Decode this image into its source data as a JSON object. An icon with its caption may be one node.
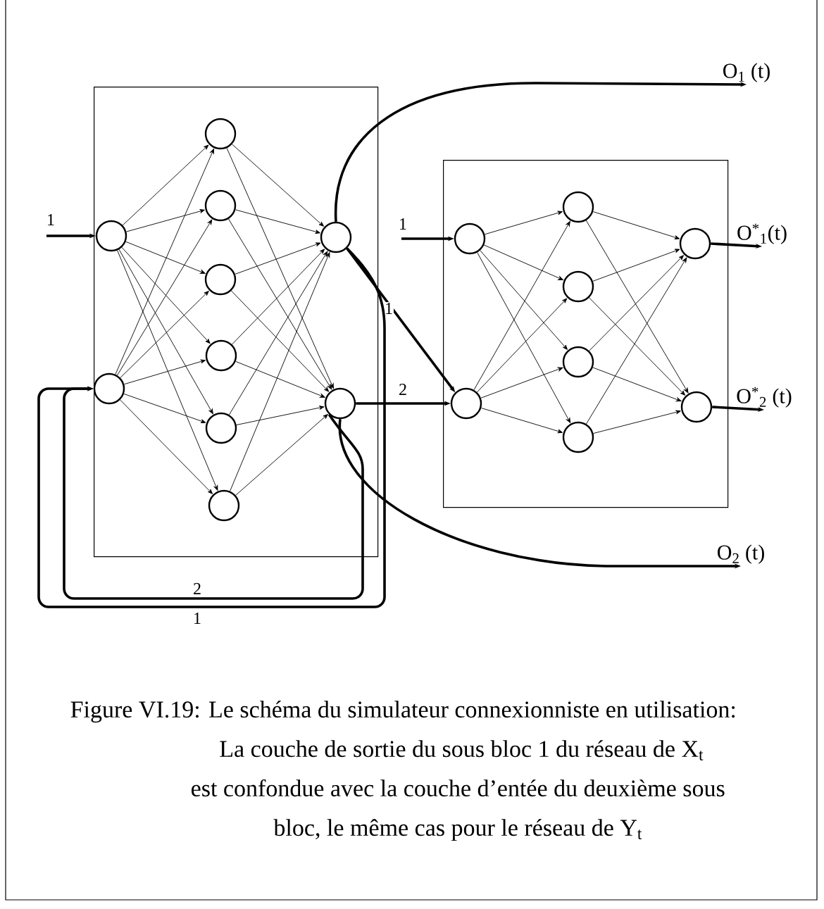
{
  "diagram": {
    "caption": "Figure VI.19: Le schéma du simulateur connexionniste en utilisation: La couche de sortie du sous bloc 1 du réseau de X$_{t}$ est confondue avec la couche d’entée du deuxième sous bloc, le même cas pour le réseau de Y$_{t}$",
    "nodes": [
      {
        "text": [],
        "shape": "box"
      },
      {
        "text": [],
        "shape": "circle",
        "in": 0
      },
      {
        "text": [],
        "shape": "circle",
        "in": 0
      },
      {
        "text": [],
        "shape": "circle",
        "in": 0
      },
      {
        "text": [],
        "shape": "circle",
        "in": 0
      },
      {
        "text": [],
        "shape": "circle",
        "in": 0
      },
      {
        "text": [],
        "shape": "circle",
        "in": 0
      },
      {
        "text": [],
        "shape": "circle",
        "in": 0
      },
      {
        "text": [],
        "shape": "circle",
        "in": 0
      },
      {
        "text": [],
        "shape": "circle",
        "in": 0
      },
      {
        "text": [],
        "shape": "circle",
        "in": 0
      },
      {
        "text": [],
        "shape": "box"
      },
      {
        "text": [],
        "shape": "circle",
        "in": 11
      },
      {
        "text": [],
        "shape": "circle",
        "in": 11
      },
      {
        "text": [],
        "shape": "circle",
        "in": 11
      },
      {
        "text": [],
        "shape": "circle",
        "in": 11
      },
      {
        "text": [],
        "shape": "circle",
        "in": 11
      },
      {
        "text": [],
        "shape": "circle",
        "in": 11
      },
      {
        "text": [],
        "shape": "circle",
        "in": 11
      },
      {
        "text": [],
        "shape": "circle",
        "in": 11
      },
      {
        "text": [
          "O$_{1}$ (t)"
        ]
      },
      {
        "text": [
          "O$^{*}$$_{1}$(t)"
        ]
      },
      {
        "text": [
          "O$^{*}$$_{2}$ (t)"
        ]
      },
      {
        "text": [
          "O$_{2}$ (t)"
        ]
      }
    ],
    "edges": [
      {
        "from": null,
        "to": 1,
        "arrow": "to",
        "label": "1",
        "style": "thick"
      },
      {
        "from": 1,
        "to": 3,
        "arrow": "to"
      },
      {
        "from": 1,
        "to": 4,
        "arrow": "to"
      },
      {
        "from": 1,
        "to": 5,
        "arrow": "to"
      },
      {
        "from": 1,
        "to": 6,
        "arrow": "to"
      },
      {
        "from": 1,
        "to": 7,
        "arrow": "to"
      },
      {
        "from": 1,
        "to": 8,
        "arrow": "to"
      },
      {
        "from": 2,
        "to": 3,
        "arrow": "to"
      },
      {
        "from": 2,
        "to": 4,
        "arrow": "to"
      },
      {
        "from": 2,
        "to": 5,
        "arrow": "to"
      },
      {
        "from": 2,
        "to": 6,
        "arrow": "to"
      },
      {
        "from": 2,
        "to": 7,
        "arrow": "to"
      },
      {
        "from": 2,
        "to": 8,
        "arrow": "to"
      },
      {
        "from": 3,
        "to": 9,
        "arrow": "to"
      },
      {
        "from": 3,
        "to": 10,
        "arrow": "to"
      },
      {
        "from": 4,
        "to": 9,
        "arrow": "to"
      },
      {
        "from": 4,
        "to": 10,
        "arrow": "to"
      },
      {
        "from": 5,
        "to": 9,
        "arrow": "to"
      },
      {
        "from": 5,
        "to": 10,
        "arrow": "to"
      },
      {
        "from": 6,
        "to": 9,
        "arrow": "to"
      },
      {
        "from": 6,
        "to": 10,
        "arrow": "to"
      },
      {
        "from": 7,
        "to": 9,
        "arrow": "to"
      },
      {
        "from": 7,
        "to": 10,
        "arrow": "to"
      },
      {
        "from": 8,
        "to": 9,
        "arrow": "to"
      },
      {
        "from": 8,
        "to": 10,
        "arrow": "to"
      },
      {
        "from": 9,
        "to": 20,
        "arrow": "to",
        "style": "thick"
      },
      {
        "from": 9,
        "to": 13,
        "arrow": "to",
        "label": "1",
        "style": "thick"
      },
      {
        "from": 10,
        "to": 13,
        "arrow": "to",
        "label": "2",
        "style": "thick"
      },
      {
        "from": null,
        "to": 12,
        "arrow": "to",
        "label": "1",
        "style": "thick"
      },
      {
        "from": 10,
        "to": 23,
        "arrow": "to",
        "style": "thick"
      },
      {
        "from": 9,
        "to": 2,
        "arrow": "to",
        "label": "1",
        "style": "thick"
      },
      {
        "from": 10,
        "to": 2,
        "arrow": "to",
        "label": "2",
        "style": "thick"
      },
      {
        "from": 12,
        "to": 14,
        "arrow": "to"
      },
      {
        "from": 12,
        "to": 15,
        "arrow": "to"
      },
      {
        "from": 12,
        "to": 16,
        "arrow": "to"
      },
      {
        "from": 12,
        "to": 17,
        "arrow": "to"
      },
      {
        "from": 13,
        "to": 14,
        "arrow": "to"
      },
      {
        "from": 13,
        "to": 15,
        "arrow": "to"
      },
      {
        "from": 13,
        "to": 16,
        "arrow": "to"
      },
      {
        "from": 13,
        "to": 17,
        "arrow": "to"
      },
      {
        "from": 14,
        "to": 18,
        "arrow": "to"
      },
      {
        "from": 14,
        "to": 19,
        "arrow": "to"
      },
      {
        "from": 15,
        "to": 18,
        "arrow": "to"
      },
      {
        "from": 15,
        "to": 19,
        "arrow": "to"
      },
      {
        "from": 16,
        "to": 18,
        "arrow": "to"
      },
      {
        "from": 16,
        "to": 19,
        "arrow": "to"
      },
      {
        "from": 17,
        "to": 18,
        "arrow": "to"
      },
      {
        "from": 17,
        "to": 19,
        "arrow": "to"
      },
      {
        "from": 18,
        "to": 21,
        "arrow": "to",
        "style": "thick"
      },
      {
        "from": 19,
        "to": 22,
        "arrow": "to",
        "style": "thick"
      }
    ]
  }
}
